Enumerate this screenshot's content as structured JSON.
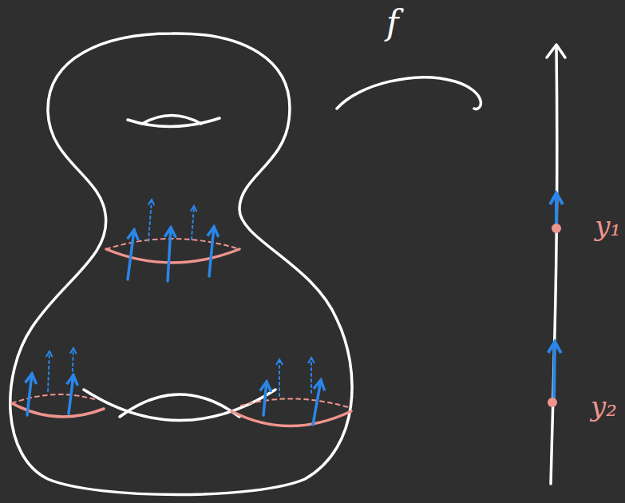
{
  "diagram": {
    "labels": [
      "f",
      "y₁",
      "y₂"
    ]
  }
}
